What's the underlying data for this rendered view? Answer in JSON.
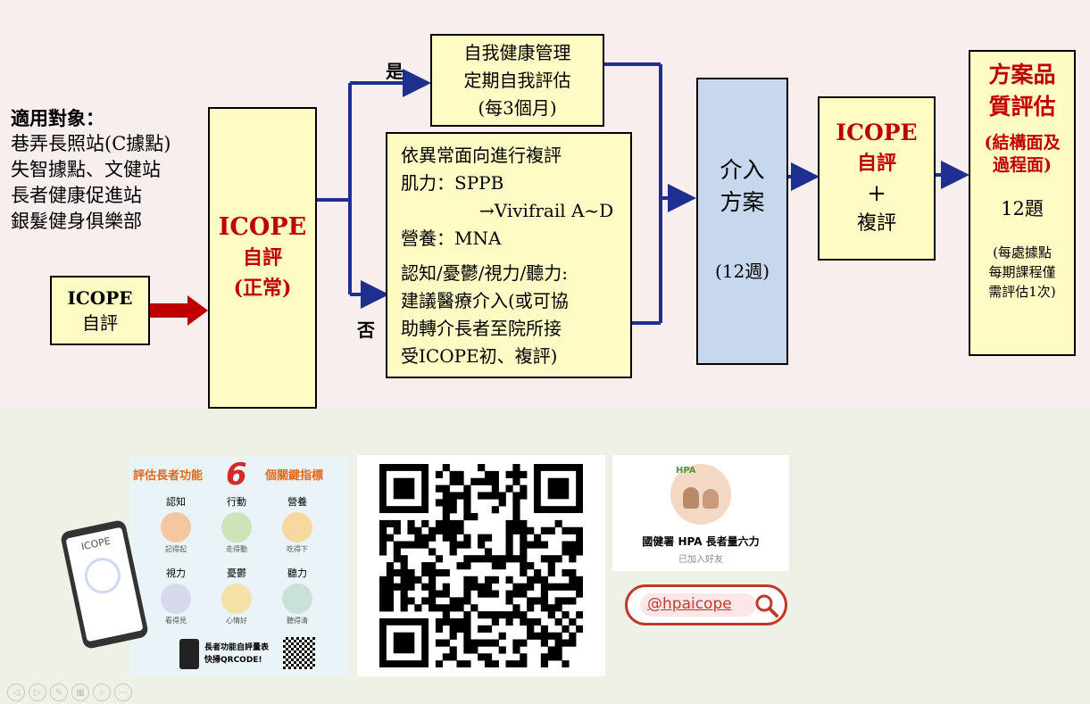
{
  "target": {
    "title": "適用對象：",
    "items": [
      "巷弄長照站(C據點)",
      "失智據點、文健站",
      "長者健康促進站",
      "銀髮健身俱樂部"
    ]
  },
  "start_box": {
    "line1": "ICOPE",
    "line2": "自評"
  },
  "icope_normal": {
    "line1": "ICOPE",
    "line2": "自評",
    "line3": "(正常)"
  },
  "branch_yes": "是",
  "branch_no": "否",
  "yes_box": "自我健康管理\n定期自我評估\n(每3個月)",
  "no_box": {
    "title": "依異常面向進行複評",
    "line2": "肌力：SPPB",
    "line3": "→Vivifrail A~D",
    "line4": "營養：MNA",
    "line5": "認知/憂鬱/視力/聽力:",
    "line6": "建議醫療介入(或可協",
    "line7": "助轉介長者至院所接",
    "line8": "受ICOPE初、複評)"
  },
  "intervention": {
    "line1": "介入",
    "line2": "方案",
    "weeks": "(12週)"
  },
  "reassess": {
    "line1": "ICOPE",
    "line2": "自評",
    "plus": "+",
    "line4": "複評"
  },
  "quality": {
    "title": "方案品\n質評估",
    "subtitle": "(結構面及\n過程面)",
    "count": "12題",
    "note": "(每處據點\n每期課程僅\n需評估1次)"
  },
  "poster": {
    "title_left": "評估長者功能",
    "title_num": "6",
    "title_right": "個關鍵指標",
    "phone_label": "ICOPE",
    "indicators": [
      {
        "name": "認知",
        "caption": "記得起"
      },
      {
        "name": "行動",
        "caption": "走得動"
      },
      {
        "name": "營養",
        "caption": "吃得下"
      },
      {
        "name": "視力",
        "caption": "看得見"
      },
      {
        "name": "憂鬱",
        "caption": "心情好"
      },
      {
        "name": "聽力",
        "caption": "聽得清"
      }
    ],
    "scan_line1": "長者功能自評量表",
    "scan_line2": "快掃QRCODE!"
  },
  "line_card": {
    "logo_text": "HPA",
    "name": "國健署 HPA 長者量六力",
    "status": "已加入好友"
  },
  "line_id": "@hpaicope",
  "colors": {
    "arrow_blue": "#1f2f8f",
    "arrow_red": "#c00000",
    "box_yellow": "#fffbc4",
    "box_blue": "#c6d7ee",
    "title_red": "#c00000"
  }
}
